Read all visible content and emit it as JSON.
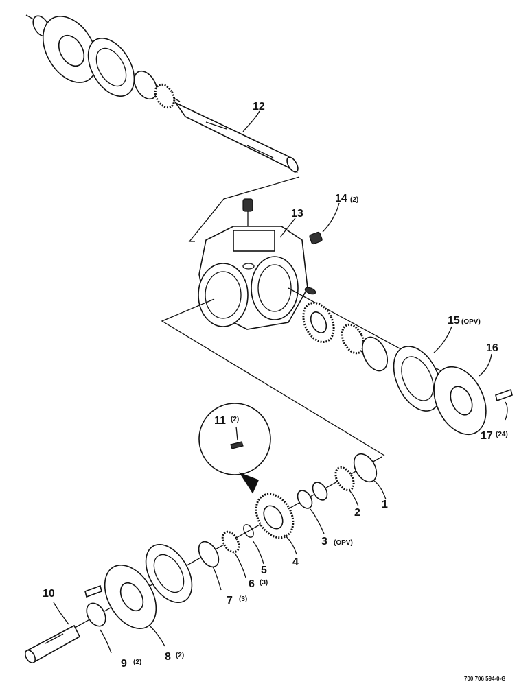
{
  "callouts": [
    {
      "id": "c1",
      "num": "1",
      "qty": ""
    },
    {
      "id": "c2",
      "num": "2",
      "qty": ""
    },
    {
      "id": "c3",
      "num": "3",
      "qty": "(OPV)"
    },
    {
      "id": "c4",
      "num": "4",
      "qty": ""
    },
    {
      "id": "c5",
      "num": "5",
      "qty": ""
    },
    {
      "id": "c6",
      "num": "6",
      "qty": "(3)"
    },
    {
      "id": "c7",
      "num": "7",
      "qty": "(3)"
    },
    {
      "id": "c8",
      "num": "8",
      "qty": "(2)"
    },
    {
      "id": "c9",
      "num": "9",
      "qty": "(2)"
    },
    {
      "id": "c10",
      "num": "10",
      "qty": ""
    },
    {
      "id": "c11",
      "num": "11",
      "qty": "(2)"
    },
    {
      "id": "c12",
      "num": "12",
      "qty": ""
    },
    {
      "id": "c13",
      "num": "13",
      "qty": ""
    },
    {
      "id": "c14",
      "num": "14",
      "qty": "(2)"
    },
    {
      "id": "c15",
      "num": "15",
      "qty": "(OPV)"
    },
    {
      "id": "c16",
      "num": "16",
      "qty": ""
    },
    {
      "id": "c17",
      "num": "17",
      "qty": "(24)"
    }
  ],
  "document_number": "700 706 594-0-G"
}
